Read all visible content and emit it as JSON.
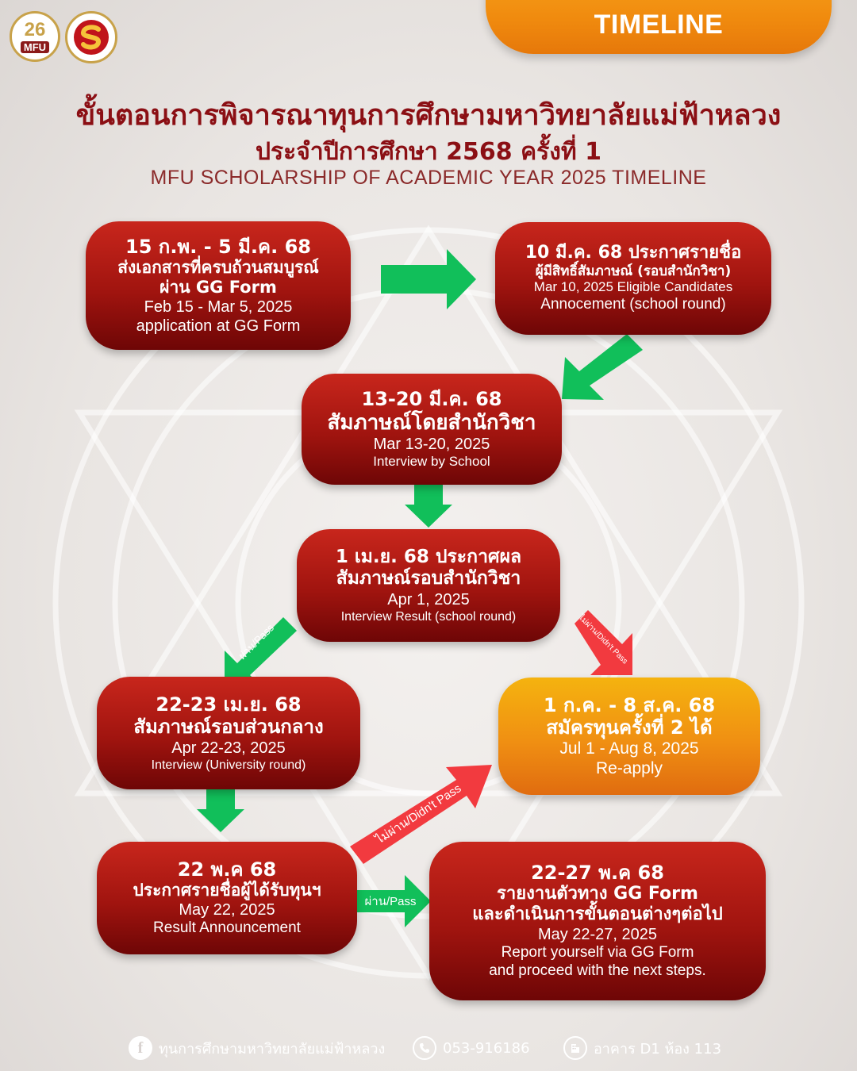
{
  "header": {
    "tab_label": "TIMELINE",
    "logo_mfu_number": "26",
    "logo_mfu_text": "MFU",
    "title_th": "ขั้นตอนการพิจารณาทุนการศึกษามหาวิทยาลัยแม่ฟ้าหลวง",
    "subtitle_th": "ประจำปีการศึกษา 2568 ครั้งที่ 1",
    "subtitle_en": "MFU SCHOLARSHIP OF ACADEMIC YEAR 2025 TIMELINE"
  },
  "steps": {
    "apply": {
      "th_date": "15 ก.พ. - 5 มี.ค. 68",
      "th_desc1": "ส่งเอกสารที่ครบถ้วนสมบูรณ์",
      "th_desc2": "ผ่าน GG Form",
      "en_date": "Feb 15 - Mar 5, 2025",
      "en_desc": "application at GG Form"
    },
    "announce": {
      "th_date": "10 มี.ค. 68 ประกาศรายชื่อ",
      "th_desc1": "ผู้มีสิทธิ์สัมภาษณ์ (รอบสำนักวิชา)",
      "en_date": "Mar 10, 2025 Eligible Candidates",
      "en_desc": "Annocement (school round)"
    },
    "school_interview": {
      "th_date": "13-20 มี.ค. 68",
      "th_desc1": "สัมภาษณ์โดยสำนักวิชา",
      "en_date": "Mar 13-20, 2025",
      "en_desc": "Interview by School"
    },
    "school_result": {
      "th_date": "1 เม.ย. 68 ประกาศผล",
      "th_desc1": "สัมภาษณ์รอบสำนักวิชา",
      "en_date": "Apr 1, 2025",
      "en_desc": "Interview Result (school round)"
    },
    "uni_interview": {
      "th_date": "22-23 เม.ย. 68",
      "th_desc1": "สัมภาษณ์รอบส่วนกลาง",
      "en_date": "Apr 22-23, 2025",
      "en_desc": "Interview (University round)"
    },
    "reapply": {
      "th_date": "1 ก.ค. - 8 ส.ค. 68",
      "th_desc1": "สมัครทุนครั้งที่ 2 ได้",
      "en_date": "Jul 1 - Aug 8, 2025",
      "en_desc": "Re-apply"
    },
    "result": {
      "th_date": "22 พ.ค 68",
      "th_desc1": "ประกาศรายชื่อผู้ได้รับทุนฯ",
      "en_date": "May 22, 2025",
      "en_desc": "Result Announcement"
    },
    "report": {
      "th_date": "22-27 พ.ค 68",
      "th_desc1": "รายงานตัวทาง GG Form",
      "th_desc2": "และดำเนินการขั้นตอนต่างๆต่อไป",
      "en_date": "May 22-27, 2025",
      "en_desc": "Report yourself via GG Form",
      "en_desc2": "and proceed with the next steps."
    }
  },
  "arrow_labels": {
    "pass": "ผ่าน/Pass",
    "didnt_pass": "ไม่ผ่าน/Didn't Pass"
  },
  "footer": {
    "facebook_icon": "facebook-icon",
    "facebook_label": "ทุนการศึกษามหาวิทยาลัยแม่ฟ้าหลวง",
    "phone_icon": "phone-icon",
    "phone_label": "053-916186",
    "building_icon": "building-icon",
    "location_label": "อาคาร D1 ห้อง 113"
  },
  "colors": {
    "step_red": "#a0140f",
    "step_orange": "#f08f12",
    "arrow_green": "#11bf5a",
    "arrow_red": "#f23a3f",
    "title": "#8b0f14"
  }
}
